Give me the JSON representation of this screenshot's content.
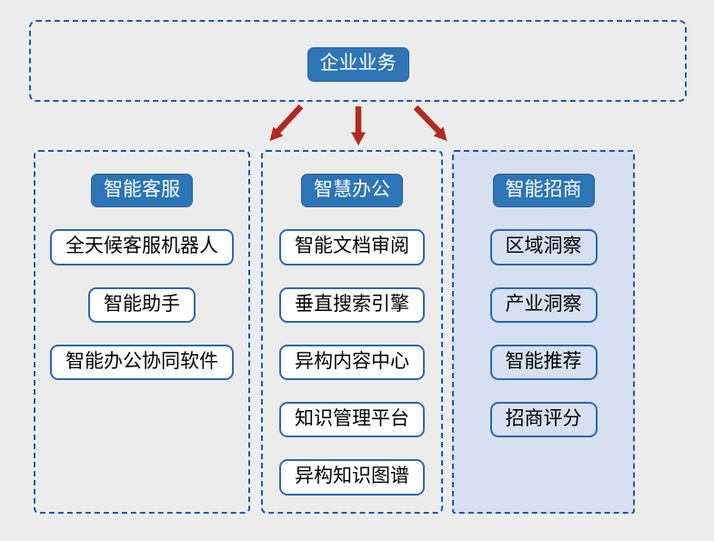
{
  "diagram": {
    "root": {
      "label": "企业业务"
    },
    "columns": [
      {
        "header": "智能客服",
        "items": [
          "全天候客服机器人",
          "智能助手",
          "智能办公协同软件"
        ]
      },
      {
        "header": "智慧办公",
        "items": [
          "智能文档审阅",
          "垂直搜索引擎",
          "异构内容中心",
          "知识管理平台",
          "异构知识图谱"
        ]
      },
      {
        "header": "智能招商",
        "items": [
          "区域洞察",
          "产业洞察",
          "智能推荐",
          "招商评分"
        ]
      }
    ]
  },
  "colors": {
    "background": "#ececec",
    "dashed_border": "#1c5aa6",
    "node_blue": "#2e75b6",
    "node_blue_border": "#2361a2",
    "item_border": "#2a68b0",
    "right_panel_fill": "#d6e0f0",
    "arrow_red": "#b02a21",
    "header_text": "#ffffff",
    "item_text": "#000000"
  }
}
